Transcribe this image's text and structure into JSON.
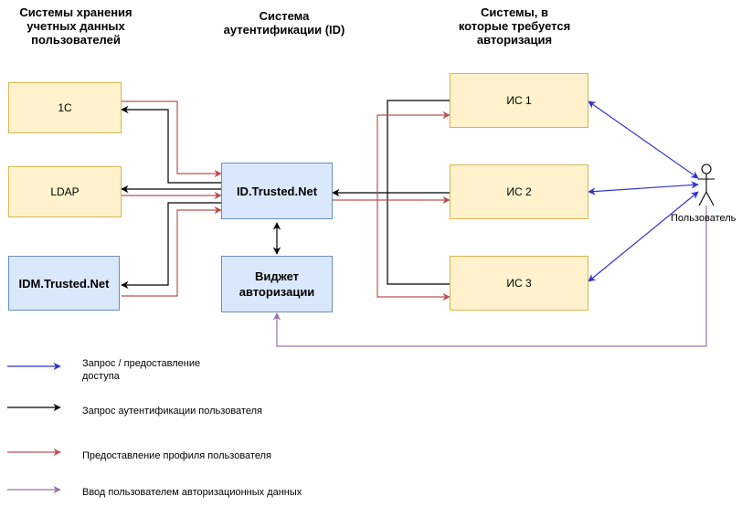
{
  "headers": {
    "storage": "Системы хранения\nучетных данных\nпользователей",
    "auth": "Система\nаутентификации (ID)",
    "targets": "Системы, в\nкоторые требуется\nавторизация"
  },
  "nodes": {
    "c1": "1С",
    "ldap": "LDAP",
    "idm": "IDM.Trusted.Net",
    "id": "ID.Trusted.Net",
    "widget": "Виджет\nавторизации",
    "is1": "ИС 1",
    "is2": "ИС 2",
    "is3": "ИС 3",
    "user": "Пользователь"
  },
  "colors": {
    "access": "#3333cc",
    "auth": "#000000",
    "profile": "#b85450",
    "input": "#9673a6",
    "yellow_fill": "#fff2cc",
    "blue_fill": "#dae8fc"
  },
  "legend": [
    {
      "label": "Запрос / предоставление\nдоступа",
      "color_key": "access"
    },
    {
      "label": "Запрос аутентификации пользователя",
      "color_key": "auth"
    },
    {
      "label": "Предоставление профиля пользователя",
      "color_key": "profile"
    },
    {
      "label": "Ввод пользователем авторизационных данных",
      "color_key": "input"
    }
  ]
}
